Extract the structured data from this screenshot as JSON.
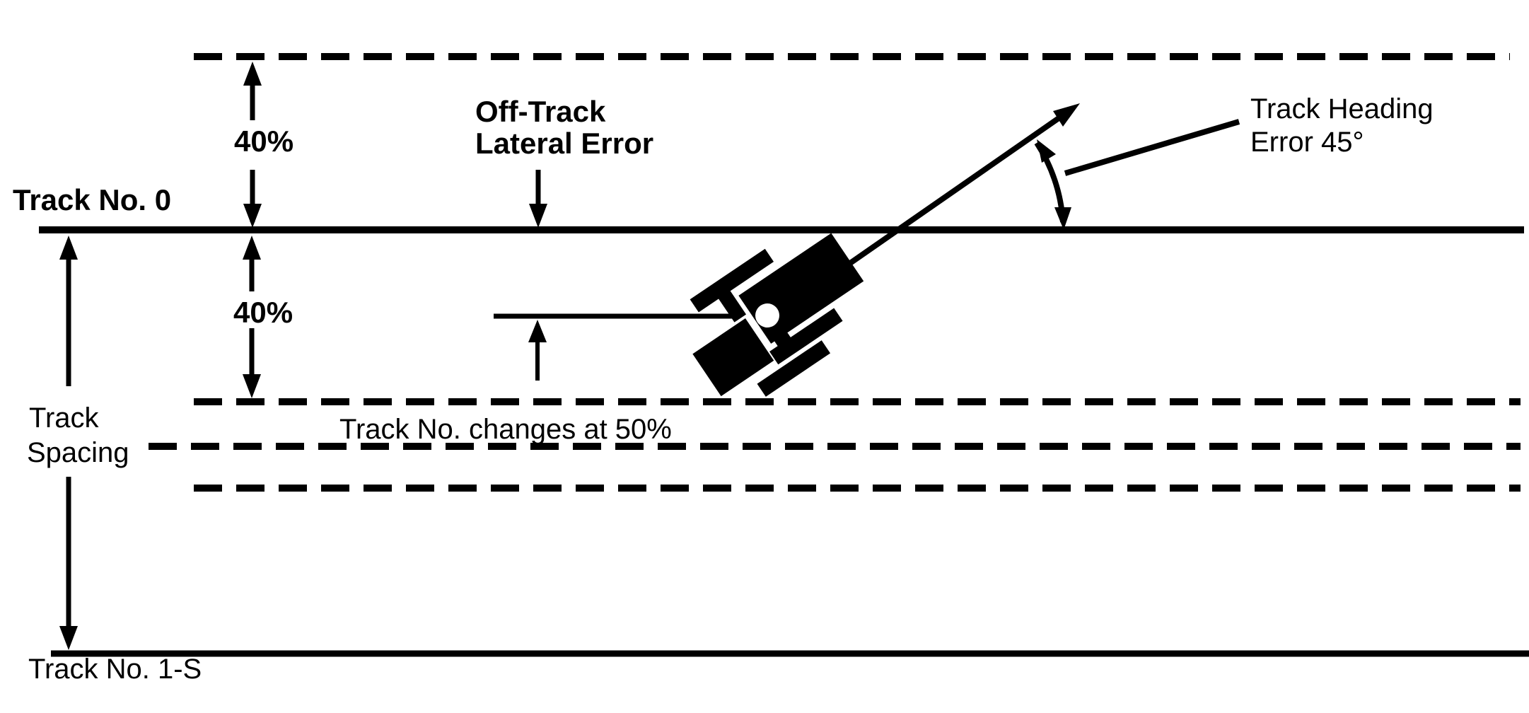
{
  "diagram": {
    "colors": {
      "ink": "#000000",
      "background": "#ffffff"
    },
    "tracks": {
      "track_0_label": "Track No. 0",
      "track_1s_label": "Track No. 1-S"
    },
    "annotations": {
      "off_track_error_line1": "Off-Track",
      "off_track_error_line2": "Lateral Error",
      "upper_percent": "40%",
      "lower_percent": "40%",
      "heading_error_line1": "Track Heading",
      "heading_error_line2": "Error 45°",
      "track_spacing_line1": "Track",
      "track_spacing_line2": "Spacing",
      "track_change_note": "Track No. changes at 50%"
    }
  }
}
